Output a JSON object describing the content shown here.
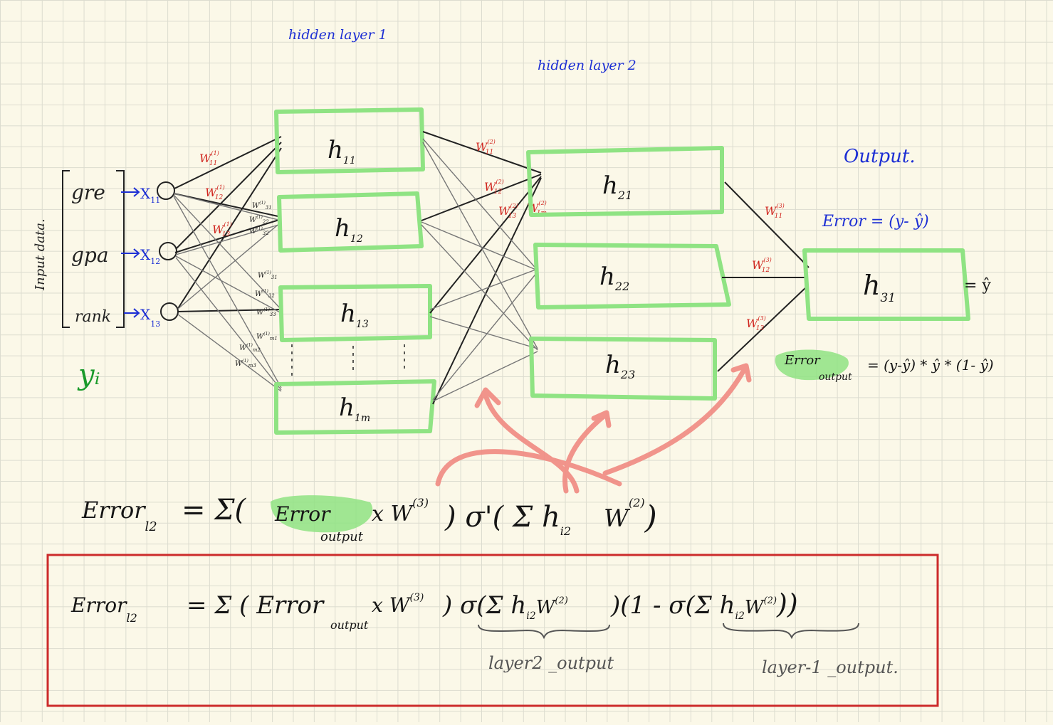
{
  "labels": {
    "hidden_layer_1": "hidden layer 1",
    "hidden_layer_2": "hidden layer 2",
    "output": "Output.",
    "input_data": "Input data.",
    "y_i": "yᵢ",
    "error_main": "Error = (y- ŷ)",
    "y_hat_marker": "= ŷ",
    "error_output_name": "Error",
    "error_output_sub": "output",
    "error_output_formula": "= (y-ŷ) * ŷ * (1- ŷ)",
    "layer2_output": "layer2 _output",
    "layer1_output": "layer-1 _output."
  },
  "inputs": [
    {
      "name": "gre",
      "x": "X",
      "sub": "11"
    },
    {
      "name": "gpa",
      "x": "X",
      "sub": "12"
    },
    {
      "name": "rank",
      "x": "X",
      "sub": "13"
    }
  ],
  "layer1": [
    {
      "h": "h",
      "sub": "11"
    },
    {
      "h": "h",
      "sub": "12"
    },
    {
      "h": "h",
      "sub": "13"
    },
    {
      "h": "h",
      "sub": "1m"
    }
  ],
  "layer2": [
    {
      "h": "h",
      "sub": "21"
    },
    {
      "h": "h",
      "sub": "22"
    },
    {
      "h": "h",
      "sub": "23"
    }
  ],
  "output_node": {
    "h": "h",
    "sub": "31"
  },
  "weights_l1": [
    {
      "w": "W",
      "sup": "(1)",
      "sub": "11"
    },
    {
      "w": "W",
      "sup": "(1)",
      "sub": "12"
    },
    {
      "w": "W",
      "sup": "(1)",
      "sub": "13"
    },
    {
      "w": "W",
      "sup": "(1)",
      "sub": "31"
    },
    {
      "w": "W",
      "sup": "(1)",
      "sub": "22"
    },
    {
      "w": "W",
      "sup": "(1)",
      "sub": "32"
    },
    {
      "w": "W",
      "sup": "(1)",
      "sub": "31"
    },
    {
      "w": "W",
      "sup": "(1)",
      "sub": "32"
    },
    {
      "w": "W",
      "sup": "(1)",
      "sub": "33"
    },
    {
      "w": "W",
      "sup": "(1)",
      "sub": "m1"
    },
    {
      "w": "W",
      "sup": "(1)",
      "sub": "m2"
    },
    {
      "w": "W",
      "sup": "(1)",
      "sub": "m3"
    }
  ],
  "weights_l2": [
    {
      "w": "W",
      "sup": "(2)",
      "sub": "11"
    },
    {
      "w": "W",
      "sup": "(2)",
      "sub": "12"
    },
    {
      "w": "W",
      "sup": "(2)",
      "sub": "13"
    },
    {
      "w": "W",
      "sup": "(2)",
      "sub": "1m"
    }
  ],
  "weights_l3": [
    {
      "w": "W",
      "sup": "(3)",
      "sub": "11"
    },
    {
      "w": "W",
      "sup": "(3)",
      "sub": "12"
    },
    {
      "w": "W",
      "sup": "(3)",
      "sub": "13"
    }
  ],
  "formula1": {
    "lhs": "Error",
    "lhs_sub": "l2",
    "rhs": "= Σ(",
    "err": "Error",
    "err_sub": "output",
    "mid": "x W",
    "sup3": "(3)",
    "tail": ") σ'( Σ h",
    "tail_sub": "i2",
    "w2": "W",
    "sup2": "(2)",
    "end": ")"
  },
  "formula2": {
    "lhs": "Error",
    "lhs_sub": "l2",
    "rhs": "= Σ ( Error",
    "err_sub": "output",
    "mid": "x W",
    "sup3": "(3)",
    "sig1": ") σ(Σ h",
    "sig1_sub": "i2",
    "sig1_w": "W",
    "sup2a": "(2)",
    "sig2": ")(1 - σ(Σ h",
    "sig2_sub": "i2",
    "sig2_w": "W",
    "sup2b": "(2)",
    "end": "))"
  },
  "colors": {
    "green": "#8fe383",
    "blue": "#1d2fd4",
    "red": "#d0261f",
    "arrow": "#f08a82",
    "box": "#cc2b2b",
    "ink": "#151515",
    "pencil": "#555"
  }
}
